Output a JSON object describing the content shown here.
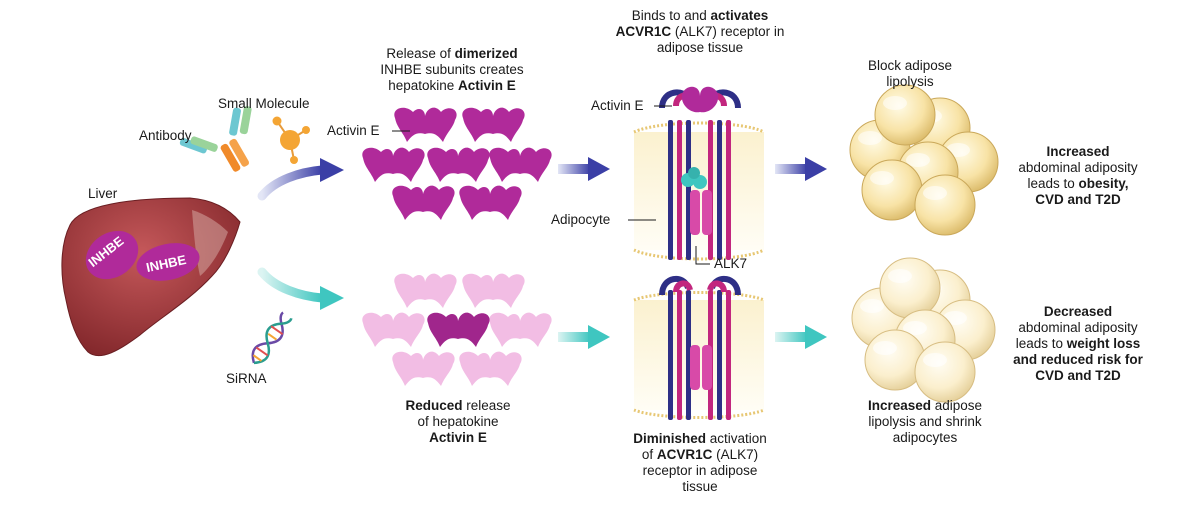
{
  "inputs": {
    "small_molecule": "Small Molecule",
    "antibody": "Antibody",
    "sirna": "SiRNA",
    "liver": "Liver",
    "inhbe_1": "INHBE",
    "inhbe_2": "INHBE"
  },
  "top_pathway": {
    "release_l1_a": "Release of ",
    "release_l1_b": "dimerized",
    "release_l2": "INHBE subunits creates",
    "release_l3_a": "hepatokine ",
    "release_l3_b": "Activin E",
    "activin_e_callout": "Activin E",
    "binds_l1_a": "Binds to and ",
    "binds_l1_b": "activates",
    "binds_l2_a": "ACVR1C",
    "binds_l2_b": " (ALK7) receptor in",
    "binds_l3": "adipose tissue",
    "receptor_activin_e": "Activin E",
    "adipocyte": "Adipocyte",
    "alk7": "ALK7",
    "block_l1": "Block adipose",
    "block_l2": "lipolysis",
    "outcome_l1": "Increased",
    "outcome_l2": "abdominal adiposity",
    "outcome_l3_a": "leads to ",
    "outcome_l3_b": "obesity,",
    "outcome_l4": "CVD and T2D"
  },
  "bottom_pathway": {
    "reduced_l1_a": "Reduced",
    "reduced_l1_b": " release",
    "reduced_l2": "of hepatokine",
    "reduced_l3": "Activin E",
    "dim_l1_a": "Diminished",
    "dim_l1_b": " activation",
    "dim_l2_a": "of ",
    "dim_l2_b": "ACVR1C",
    "dim_l2_c": " (ALK7)",
    "dim_l3": "receptor in adipose",
    "dim_l4": "tissue",
    "lip_l1_a": "Increased",
    "lip_l1_b": " adipose",
    "lip_l2": "lipolysis and shrink",
    "lip_l3": "adipocytes",
    "outcome_l1": "Decreased",
    "outcome_l2": "abdominal adiposity",
    "outcome_l3_a": "leads to ",
    "outcome_l3_b": "weight loss",
    "outcome_l4": "and reduced risk for",
    "outcome_l5": "CVD and T2D"
  },
  "colors": {
    "arrow_blue": "#3b3fa6",
    "arrow_teal": "#3fc6c0",
    "activin_magenta": "#b02a9a",
    "activin_faded": "#f2bde4",
    "liver": "#a83a3e",
    "adipocyte": "#f5dd9a",
    "adipocyte_faded": "#faeccb"
  },
  "icons": [
    "antibody-icon",
    "small-molecule-icon",
    "sirna-icon",
    "liver-icon",
    "activin-e-icon",
    "receptor-icon",
    "adipocyte-cluster-icon",
    "arrow-icon"
  ]
}
